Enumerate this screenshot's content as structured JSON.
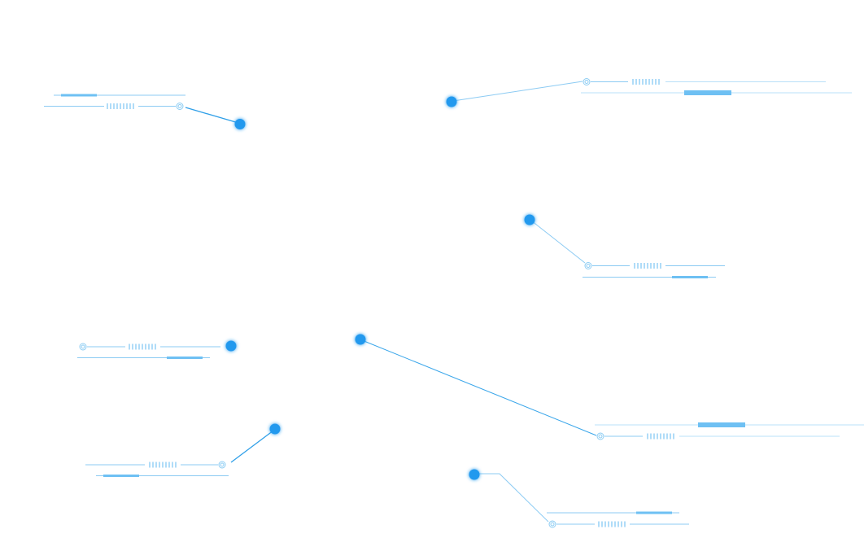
{
  "colors": {
    "dot": "#2399ee",
    "dot_glow": "#8fcaf5",
    "line": "#7cc4f2",
    "line_dark": "#3aa6ea",
    "bar": "#6ec0f3",
    "ticks": "#86c8f3",
    "ring": "#8cccf3"
  },
  "callouts": [
    {
      "id": "callout-1",
      "label": ""
    },
    {
      "id": "callout-2",
      "label": ""
    },
    {
      "id": "callout-3",
      "label": ""
    },
    {
      "id": "callout-4",
      "label": ""
    },
    {
      "id": "callout-5",
      "label": ""
    },
    {
      "id": "callout-6",
      "label": ""
    },
    {
      "id": "callout-7",
      "label": ""
    }
  ]
}
